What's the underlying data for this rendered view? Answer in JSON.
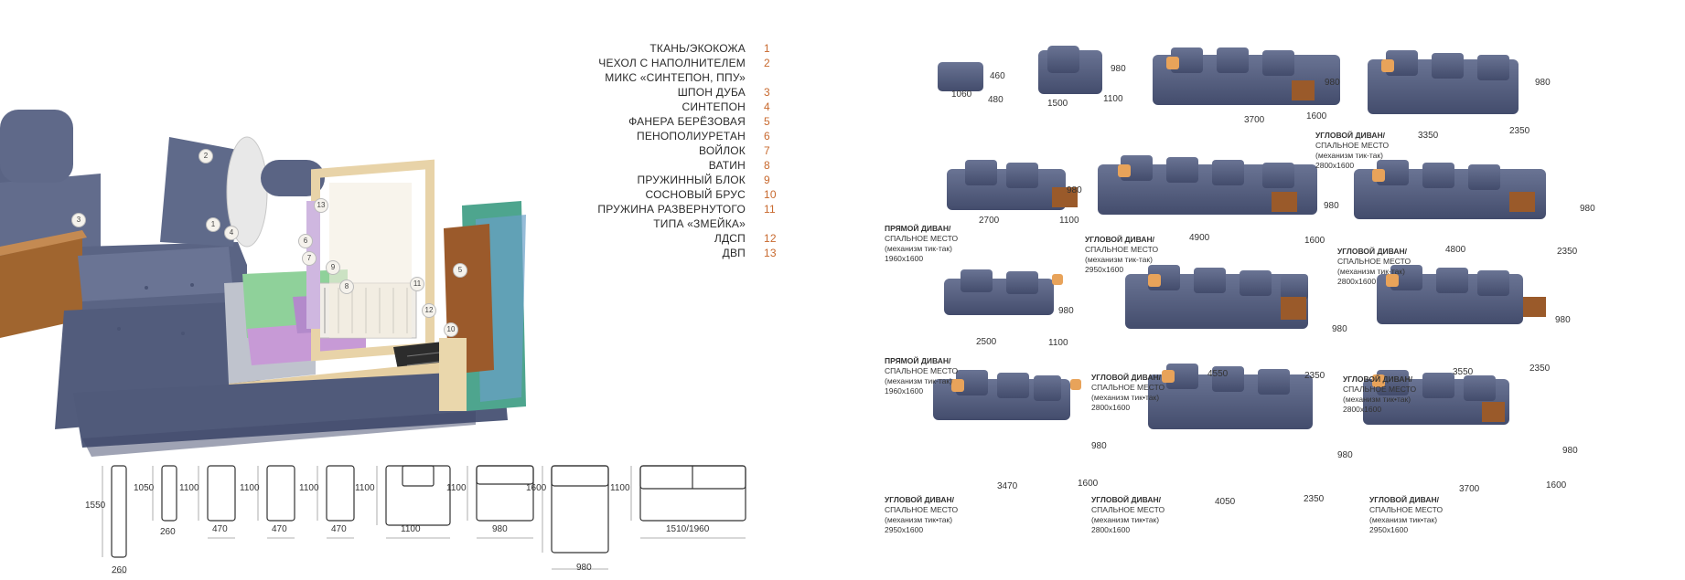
{
  "legend": [
    {
      "label": "ТКАНЬ/ЭКОКОЖА",
      "num": "1"
    },
    {
      "label": "ЧЕХОЛ С НАПОЛНИТЕЛЕМ",
      "num": "2"
    },
    {
      "label": "МИКС «СИНТЕПОН, ППУ»",
      "num": ""
    },
    {
      "label": "ШПОН ДУБА",
      "num": "3"
    },
    {
      "label": "СИНТЕПОН",
      "num": "4"
    },
    {
      "label": "ФАНЕРА БЕРЁЗОВАЯ",
      "num": "5"
    },
    {
      "label": "ПЕНОПОЛИУРЕТАН",
      "num": "6"
    },
    {
      "label": "ВОЙЛОК",
      "num": "7"
    },
    {
      "label": "ВАТИН",
      "num": "8"
    },
    {
      "label": "ПРУЖИННЫЙ БЛОК",
      "num": "9"
    },
    {
      "label": "СОСНОВЫЙ БРУС",
      "num": "10"
    },
    {
      "label": "ПРУЖИНА РАЗВЕРНУТОГО",
      "num": "11"
    },
    {
      "label": "ТИПА «ЗМЕЙКА»",
      "num": ""
    },
    {
      "label": "ЛДСП",
      "num": "12"
    },
    {
      "label": "ДВП",
      "num": "13"
    }
  ],
  "callouts": [
    "1",
    "2",
    "3",
    "4",
    "5",
    "6",
    "7",
    "8",
    "9",
    "10",
    "11",
    "12",
    "13"
  ],
  "modules": {
    "m1": {
      "h": "1550",
      "w": "260"
    },
    "m2": {
      "h": "1050",
      "w": "260"
    },
    "m3": {
      "h": "1100",
      "w": "470"
    },
    "m4": {
      "h": "1100",
      "w": "470"
    },
    "m5": {
      "h": "1100",
      "w": "470"
    },
    "m6": {
      "h": "1100",
      "w": "1100"
    },
    "m7": {
      "h": "1100",
      "w": "980"
    },
    "m8": {
      "h": "1600",
      "w": "980"
    },
    "m9": {
      "h": "1100",
      "w": "1510/1960"
    }
  },
  "sofas": {
    "pouf": {
      "w": "1060",
      "d": "480",
      "h": "460"
    },
    "armchair": {
      "w": "1500",
      "d": "1100",
      "h": "980"
    },
    "s1": {
      "w": "3700",
      "d": "1600",
      "h": "980"
    },
    "s2": {
      "w": "3350",
      "d": "2350",
      "h": "980",
      "title": "УГЛОВОЙ ДИВАН/",
      "l1": "СПАЛЬНОЕ МЕСТО",
      "l2": "(механизм тик-так)",
      "l3": "2800х1600"
    },
    "s3": {
      "w": "2700",
      "d": "1100",
      "h": "980",
      "title": "ПРЯМОЙ ДИВАН/",
      "l1": "СПАЛЬНОЕ МЕСТО",
      "l2": "(механизм тик-так)",
      "l3": "1960х1600"
    },
    "s4": {
      "w": "4900",
      "d": "1600",
      "h": "980",
      "title": "УГЛОВОЙ ДИВАН/",
      "l1": "СПАЛЬНОЕ МЕСТО",
      "l2": "(механизм тик-так)",
      "l3": "2950х1600"
    },
    "s5": {
      "w": "4800",
      "d": "2350",
      "h": "980",
      "title": "УГЛОВОЙ ДИВАН/",
      "l1": "СПАЛЬНОЕ МЕСТО",
      "l2": "(механизм тик-так)",
      "l3": "2800х1600"
    },
    "s6": {
      "w": "2500",
      "d": "1100",
      "h": "980",
      "title": "ПРЯМОЙ ДИВАН/",
      "l1": "СПАЛЬНОЕ МЕСТО",
      "l2": "(механизм тик-так)",
      "l3": "1960х1600"
    },
    "s7": {
      "w": "4550",
      "d": "2350",
      "h": "980",
      "title": "УГЛОВОЙ ДИВАН/",
      "l1": "СПАЛЬНОЕ МЕСТО",
      "l2": "(механизм тик•так)",
      "l3": "2800х1600"
    },
    "s8": {
      "w": "3550",
      "d": "2350",
      "h": "980",
      "title": "УГЛОВОЙ ДИВАН/",
      "l1": "СПАЛЬНОЕ МЕСТО",
      "l2": "(механизм тик•так)",
      "l3": "2800х1600"
    },
    "s9": {
      "w": "3470",
      "d": "1600",
      "h": "980",
      "title": "УГЛОВОЙ ДИВАН/",
      "l1": "СПАЛЬНОЕ МЕСТО",
      "l2": "(механизм тик•так)",
      "l3": "2950х1600"
    },
    "s10": {
      "w": "4050",
      "d": "2350",
      "h": "980",
      "title": "УГЛОВОЙ ДИВАН/",
      "l1": "СПАЛЬНОЕ МЕСТО",
      "l2": "(механизм тик•так)",
      "l3": "2800х1600"
    },
    "s11": {
      "w": "3700",
      "d": "1600",
      "h": "980",
      "title": "УГЛОВОЙ ДИВАН/",
      "l1": "СПАЛЬНОЕ МЕСТО",
      "l2": "(механизм тик•так)",
      "l3": "2950х1600"
    }
  },
  "colors": {
    "fabric": "#5a6484",
    "accent": "#c8692e",
    "wood": "#9a5a2a",
    "pillow": "#e8a35a"
  }
}
